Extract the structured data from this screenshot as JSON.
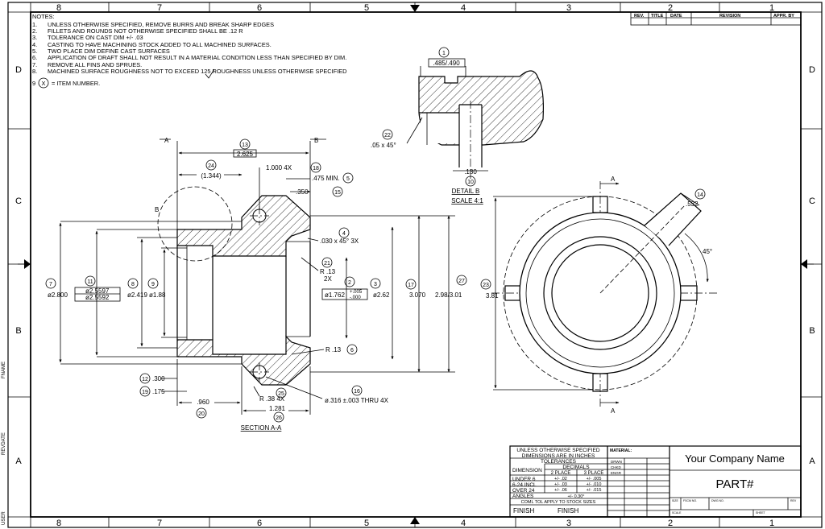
{
  "zones": {
    "columns": [
      "8",
      "7",
      "6",
      "5",
      "4",
      "3",
      "2",
      "1"
    ],
    "rows": [
      "D",
      "C",
      "B",
      "A"
    ]
  },
  "side_labels": [
    "FNAME",
    "REVDATE",
    "USER"
  ],
  "revision_header": [
    "REV.",
    "TITLE",
    "DATE",
    "REVISION",
    "APPR. BY"
  ],
  "notes": {
    "heading": "NOTES:",
    "lines": [
      "UNLESS OTHERWISE SPECIFIED, REMOVE BURRS AND BREAK SHARP EDGES",
      "FILLETS AND ROUNDS NOT OTHERWISE SPECIFIED SHALL BE .12 R",
      "TOLERANCE ON CAST DIM +/- .03",
      "CASTING TO HAVE MACHINING STOCK ADDED TO ALL MACHINED SURFACES.",
      "TWO PLACE DIM DEFINE CAST SURFACES",
      "APPLICATION OF DRAFT SHALL NOT RESULT IN A MATERIAL CONDITION LESS THAN SPECIFIED BY DIM.",
      "REMOVE ALL FINS AND SPRUES.",
      "MACHINED SURFACE ROUGHNESS NOT TO EXCEED 125 ROUGHNESS UNLESS OTHERWISE SPECIFIED"
    ],
    "numbers": [
      "1.",
      "2.",
      "3.",
      "4.",
      "5.",
      "6.",
      "7.",
      "8."
    ],
    "item_note_num": "9",
    "item_note_sym": "X",
    "item_note_text": "= ITEM NUMBER."
  },
  "section": {
    "label": "SECTION A-A",
    "cut_a": "A",
    "cut_b": "B",
    "detail_circle": "B",
    "dims": {
      "d2625": "2.625",
      "d1344": "(1.344)",
      "d1000": "1.000  4X",
      "d475": ".475 MIN.",
      "d350": ".350",
      "d030": ".030 x 45°  3X",
      "r13_2x_a": "R .13",
      "r13_2x_b": "2X",
      "d1762": "ø1.762",
      "d1762_tol_plus": "+.005",
      "d1762_tol_minus": "-.000",
      "d262": "ø2.62",
      "d3070": "3.070",
      "d298": "2.98/3.01",
      "d2800": "ø2.800",
      "d2559a": "ø2.5597",
      "d2559b": "ø2.5592",
      "d2419": "ø2.419",
      "d188": "ø1.88",
      "r13_b": "R .13",
      "d300": ".300",
      "d175": ".175",
      "d960": ".960",
      "r38": "R .38  4X",
      "d1281": "1.281",
      "d316": "ø.316 ±.003  THRU 4X"
    },
    "balloons": {
      "b13": "13",
      "b24": "24",
      "b18": "18",
      "b5": "5",
      "b15": "15",
      "b4": "4",
      "b21": "21",
      "b2": "2",
      "b3": "3",
      "b17": "17",
      "b27": "27",
      "b7": "7",
      "b11": "11",
      "b8": "8",
      "b9": "9",
      "b6": "6",
      "b12": "12",
      "b19": "19",
      "b20": "20",
      "b25": "25",
      "b26": "26",
      "b16": "16"
    }
  },
  "detail": {
    "label": "DETAIL B",
    "scale": "SCALE 4:1",
    "d485": ".485/.490",
    "d05": ".05 x 45°",
    "d180": ".180",
    "b1": "1",
    "b22": "22",
    "b10": "10"
  },
  "front_view": {
    "cut_top": "A",
    "cut_bottom": "A",
    "d532": ".532",
    "angle": "45°",
    "d381": "3.81",
    "b14": "14",
    "b23": "23"
  },
  "title_block": {
    "general_tol_1": "UNLESS OTHERWISE SPECIFIED",
    "general_tol_2": "DIMENSIONS ARE IN INCHES",
    "tolerances": "TOLERANCES",
    "decimals": "DECIMALS",
    "dimension": "DIMENSION",
    "two_place": "2 PLACE",
    "three_place": "3 PLACE",
    "rows": [
      {
        "range": "UNDER 6",
        "two": "+/- .02",
        "three": "+/- .005"
      },
      {
        "range": "6-24 INCL",
        "two": "+/- .03",
        "three": "+/- .010"
      },
      {
        "range": "OVER 24",
        "two": "+/- .06",
        "three": "+/- .015"
      }
    ],
    "angles": "ANGLES",
    "angles_val": "+/- 0.30°",
    "coml": "COML TOL APPLY TO STOCK SIZES",
    "finish_label": "FINISH",
    "finish_val": "FINISH",
    "material": "MATERIAL:",
    "drwn": "DRWN",
    "chkd": "CHKD",
    "engr": "ENGR",
    "company": "Your Company Name",
    "part": "PART#",
    "size": "SIZE",
    "fscm": "FSCM NO.",
    "dwg": "DWG NO.",
    "rev": "REV",
    "scale": "SCALE",
    "sheet": "SHEET"
  }
}
